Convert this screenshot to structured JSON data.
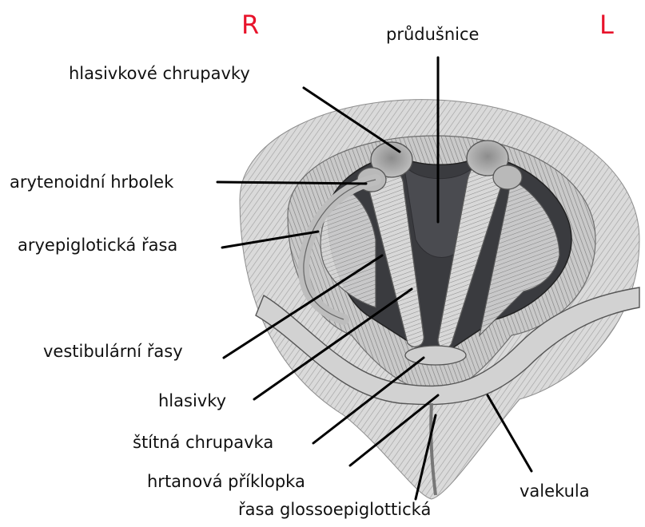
{
  "orientation": {
    "right": "R",
    "left": "L",
    "color": "#e8132b"
  },
  "labels": {
    "trachea": "průdušnice",
    "vocal_cartilages": "hlasivkové chrupavky",
    "arytenoid_tubercle": "arytenoidní hrbolek",
    "aryepiglottic_fold": "aryepiglotická řasa",
    "vestibular_folds": "vestibulární řasy",
    "vocal_folds": "hlasivky",
    "thyroid_cartilage": "štítná chrupavka",
    "epiglottis": "hrtanová příklopka",
    "glossoepiglottic_fold": "řasa glossoepiglottická",
    "vallecula": "valekula"
  },
  "colors": {
    "tissue_light": "#e4e4e4",
    "tissue_mid": "#9a9a9a",
    "glottis_dark": "#3a3b3f",
    "line": "#000000"
  }
}
